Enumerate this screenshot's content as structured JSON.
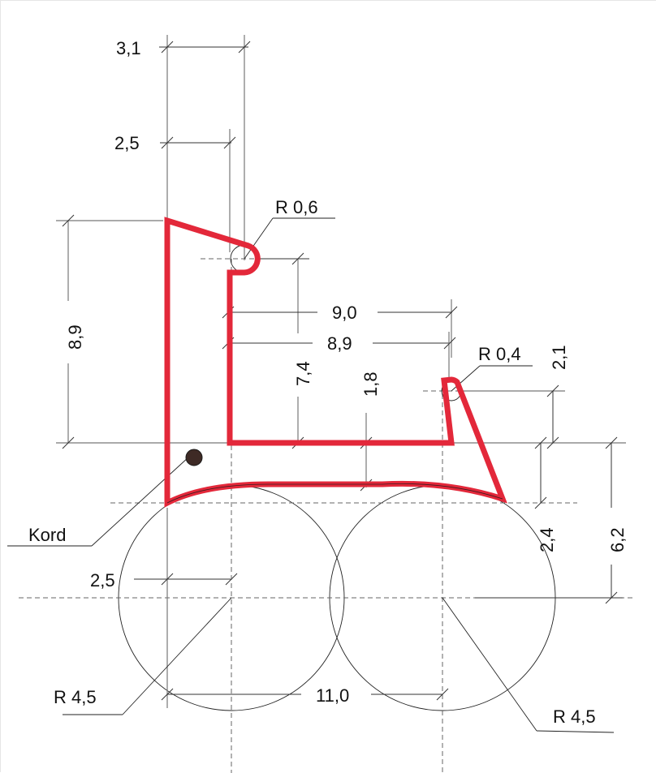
{
  "drawing": {
    "type": "technical-profile-drawing",
    "profile_color": "#e3283a",
    "cord_color": "#3e2a25",
    "dimensions": {
      "top_width_outer": "3,1",
      "top_width_inner": "2,5",
      "left_height": "8,9",
      "inner_height": "7,4",
      "inner_width_outer": "9,0",
      "inner_width_inner": "8,9",
      "base_gap": "1,8",
      "lip_height": "2,1",
      "base_to_circle_top": "2,4",
      "base_to_circle_center": "6,2",
      "left_offset": "2,5",
      "circle_spacing": "11,0"
    },
    "radii": {
      "top_hook": "R 0,6",
      "lip_hook": "R 0,4",
      "left_roller": "R 4,5",
      "right_roller": "R 4,5"
    },
    "callouts": {
      "cord": "Kord"
    }
  }
}
